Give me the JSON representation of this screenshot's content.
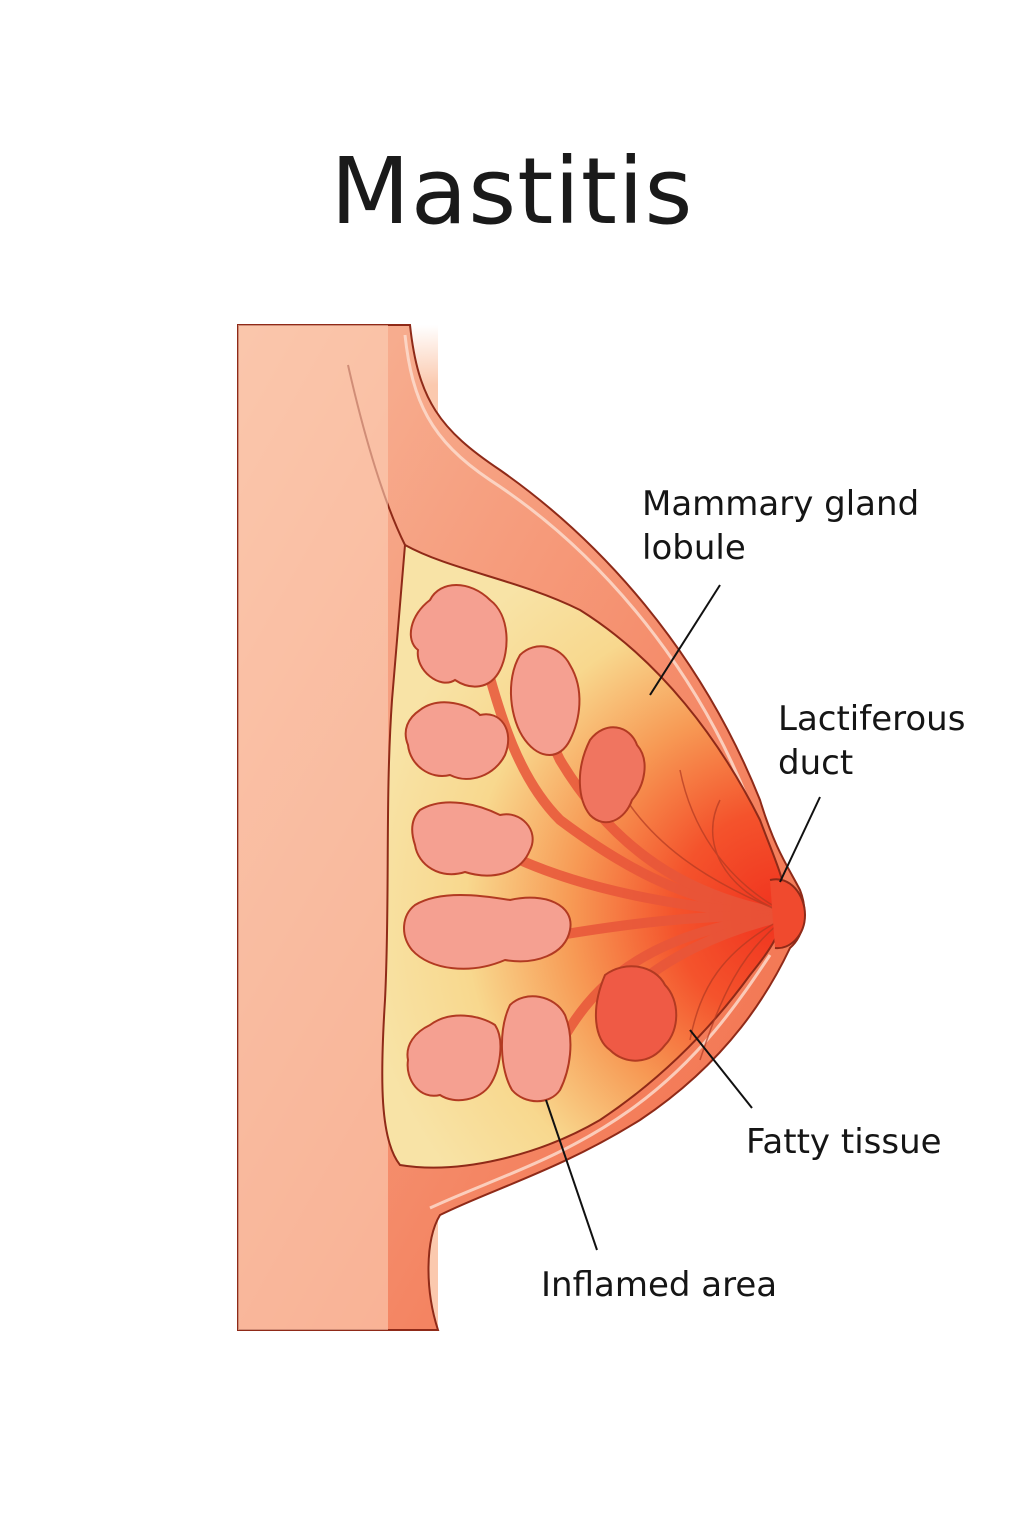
{
  "title": "Mastitis",
  "labels": {
    "mammary_gland_lobule": [
      "Mammary gland",
      "lobule"
    ],
    "lactiferous_duct": [
      "Lactiferous",
      "duct"
    ],
    "fatty_tissue": "Fatty tissue",
    "inflamed_area": "Inflamed area"
  },
  "colors": {
    "skin": "#fbd0b8",
    "fat": "#f8dc96",
    "lobule": "#f49a88",
    "inflamed": "#f2442a",
    "outline": "#a8361f"
  }
}
